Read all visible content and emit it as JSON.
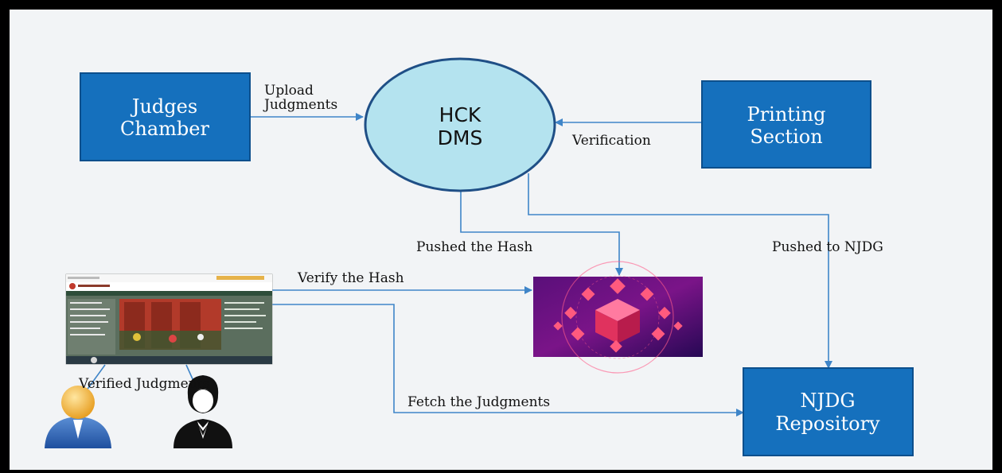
{
  "nodes": {
    "judges_chamber": [
      "Judges",
      "Chamber"
    ],
    "hck_dms": [
      "HCK",
      "DMS"
    ],
    "printing_section": [
      "Printing",
      "Section"
    ],
    "njdg_repository": [
      "NJDG",
      "Repository"
    ]
  },
  "edges": {
    "upload_judgments": [
      "Upload",
      "Judgments"
    ],
    "verification": "Verification",
    "pushed_the_hash": "Pushed the Hash",
    "pushed_to_njdg": "Pushed to NJDG",
    "verify_the_hash": "Verify the Hash",
    "fetch_the_judgments": "Fetch the Judgments",
    "verified_judgments": "Verified Judgments"
  },
  "icons": {
    "portal": "website-screenshot-icon",
    "blockchain": "blockchain-cubes-icon",
    "user": "user-avatar-icon",
    "lawyer": "lawyer-silhouette-icon"
  },
  "colors": {
    "box_fill": "#1570bd",
    "box_border": "#0c4f8c",
    "circle_fill": "#b4e3ef",
    "circle_border": "#1f4f86",
    "edge": "#3f85c8",
    "blockchain_bg": "#3b0a66"
  }
}
